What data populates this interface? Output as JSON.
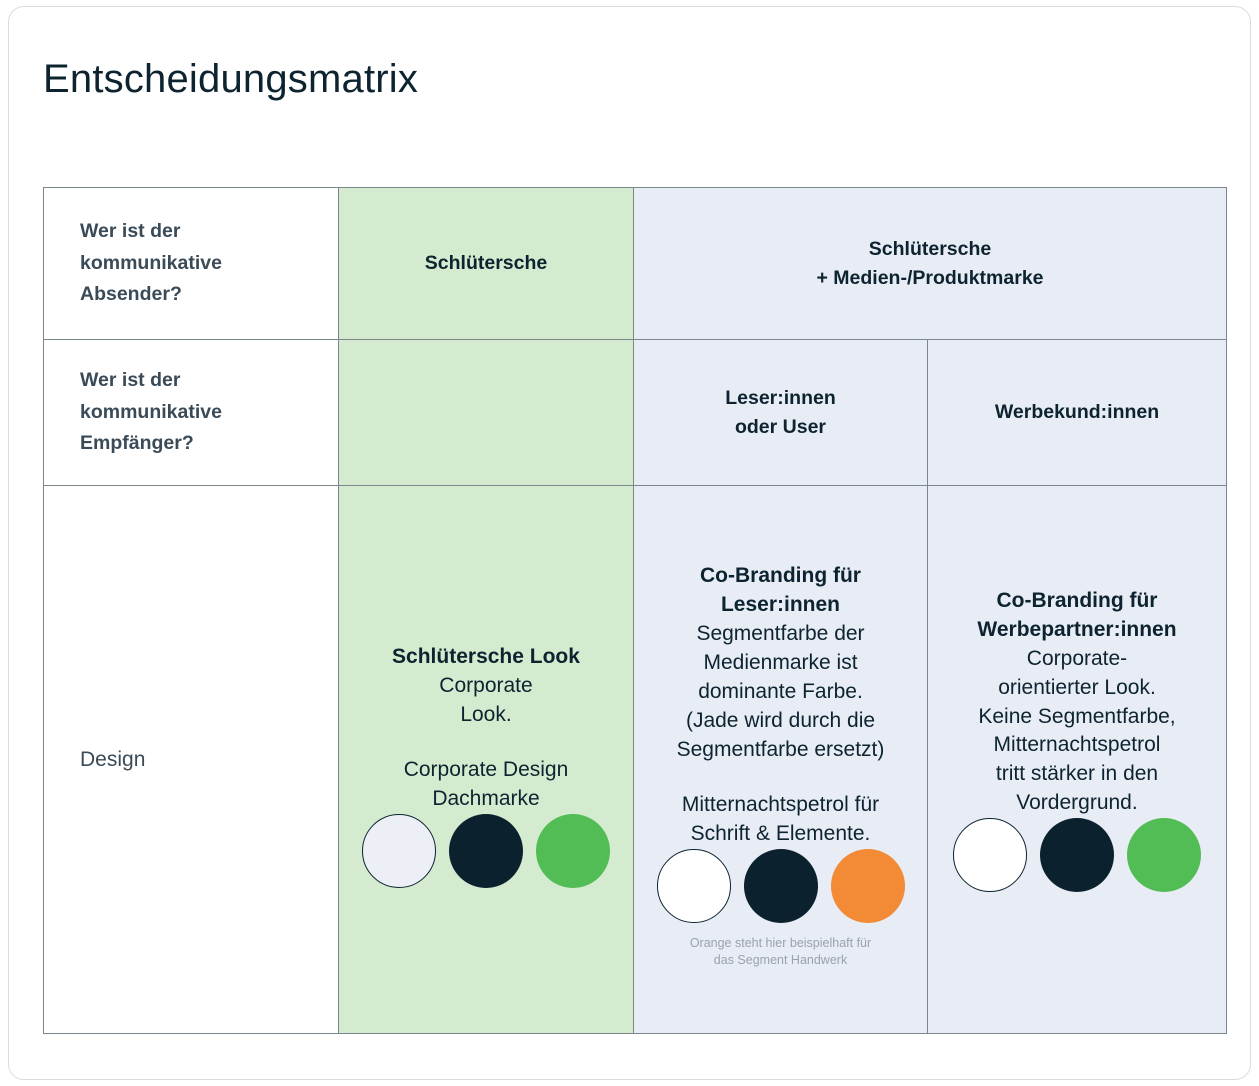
{
  "page": {
    "title": "Entscheidungsmatrix"
  },
  "colors": {
    "green_cell_bg": "#d4ebd0",
    "blue_cell_bg": "#e7ecf5",
    "midnight_petrol": "#0b212e",
    "jade_green": "#52bc55",
    "orange_handwerk": "#f28a36",
    "off_white": "#eceff6",
    "pure_white": "#ffffff",
    "border": "#7b868d",
    "text_dark": "#0d2430",
    "text_slate": "#3a4b57",
    "footnote_gray": "#9aa3ad"
  },
  "matrix": {
    "row_sender": {
      "label": "Wer ist der\nkommunikative\nAbsender?",
      "green_header": "Schlütersche",
      "blue_header": "Schlütersche\n+ Medien-/Produktmarke"
    },
    "row_receiver": {
      "label": "Wer ist der\nkommunikative\nEmpfänger?",
      "green_value": "",
      "mid_value": "Leser:innen\noder User",
      "right_value": "Werbekund:innen"
    },
    "row_design": {
      "label": "Design",
      "green_col": {
        "title": "Schlütersche Look",
        "text1": "Corporate\nLook.",
        "text2": "Corporate Design\nDachmarke",
        "swatches": [
          {
            "name": "off-white",
            "fill": "#eceff6",
            "outlined": true
          },
          {
            "name": "midnight-petrol",
            "fill": "#0b212e",
            "outlined": false
          },
          {
            "name": "jade-green",
            "fill": "#52bc55",
            "outlined": false
          }
        ]
      },
      "mid_col": {
        "title": "Co-Branding für\nLeser:innen",
        "text1": "Segmentfarbe der\nMedienmarke ist\ndominante Farbe.\n(Jade wird durch die\nSegmentfarbe ersetzt)",
        "text2": "Mitternachtspetrol für\nSchrift & Elemente.",
        "swatches": [
          {
            "name": "white",
            "fill": "#ffffff",
            "outlined": true
          },
          {
            "name": "midnight-petrol",
            "fill": "#0b212e",
            "outlined": false
          },
          {
            "name": "orange-handwerk",
            "fill": "#f28a36",
            "outlined": false
          }
        ],
        "footnote": "Orange steht hier beispielhaft für\ndas Segment Handwerk"
      },
      "right_col": {
        "title": "Co-Branding für\nWerbepartner:innen",
        "text1": "Corporate-\norientierter Look.\nKeine Segmentfarbe,\nMitternachtspetrol\ntritt stärker in den\nVordergrund.",
        "swatches": [
          {
            "name": "white",
            "fill": "#ffffff",
            "outlined": true
          },
          {
            "name": "midnight-petrol",
            "fill": "#0b212e",
            "outlined": false
          },
          {
            "name": "jade-green",
            "fill": "#52bc55",
            "outlined": false
          }
        ]
      }
    }
  }
}
